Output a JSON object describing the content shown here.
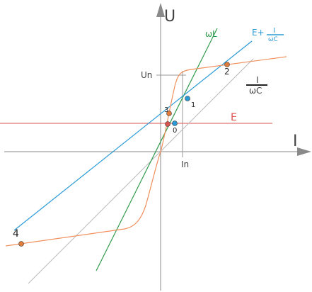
{
  "axes": {
    "u_label": "U",
    "i_label": "I",
    "un_label": "Un",
    "in_label": "In"
  },
  "curves": {
    "omega_l": {
      "label": "ωL",
      "color": "#2e9a4c"
    },
    "e_plus": {
      "label_e": "E+",
      "num": "I",
      "den": "ωC",
      "color": "#2a9bd6"
    },
    "capacitive": {
      "num": "I",
      "den": "ωC",
      "color": "#b8b8b8"
    },
    "e_line": {
      "label": "E",
      "color": "#d9534f"
    },
    "magnetization": {
      "color": "#f0915e"
    }
  },
  "points": [
    {
      "label": "0",
      "color": "#2a9bd6"
    },
    {
      "label": "1",
      "color": "#2a9bd6"
    },
    {
      "label": "2",
      "color": "#e07b39"
    },
    {
      "label": "3",
      "color": "#e07b39"
    },
    {
      "label": "4",
      "color": "#e07b39"
    },
    {
      "label": "",
      "color": "#d9534f"
    }
  ]
}
